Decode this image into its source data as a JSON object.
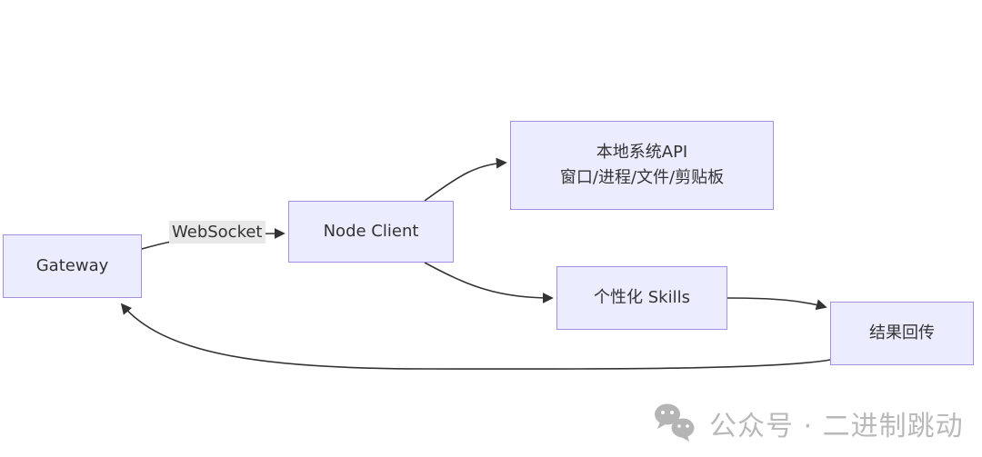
{
  "diagram": {
    "nodes": [
      {
        "id": "gateway",
        "label": "Gateway"
      },
      {
        "id": "node-client",
        "label": "Node Client"
      },
      {
        "id": "local-api",
        "line1": "本地系统API",
        "line2": "窗口/进程/文件/剪贴板"
      },
      {
        "id": "skills",
        "label": "个性化 Skills"
      },
      {
        "id": "result",
        "label": "结果回传"
      }
    ],
    "edges": [
      {
        "from": "gateway",
        "to": "node-client",
        "label": "WebSocket"
      },
      {
        "from": "node-client",
        "to": "local-api",
        "label": ""
      },
      {
        "from": "node-client",
        "to": "skills",
        "label": ""
      },
      {
        "from": "skills",
        "to": "result",
        "label": ""
      },
      {
        "from": "result",
        "to": "gateway",
        "label": ""
      }
    ],
    "edge_label": "WebSocket",
    "colors": {
      "node_fill": "#ECECFF",
      "node_border": "#A58FE0",
      "edge_stroke": "#333333",
      "edge_label_bg": "#E8E8E8",
      "text": "#333333",
      "watermark": "#b9b9b9"
    }
  },
  "watermark": {
    "text": "公众号 · 二进制跳动",
    "icon": "wechat-icon"
  }
}
